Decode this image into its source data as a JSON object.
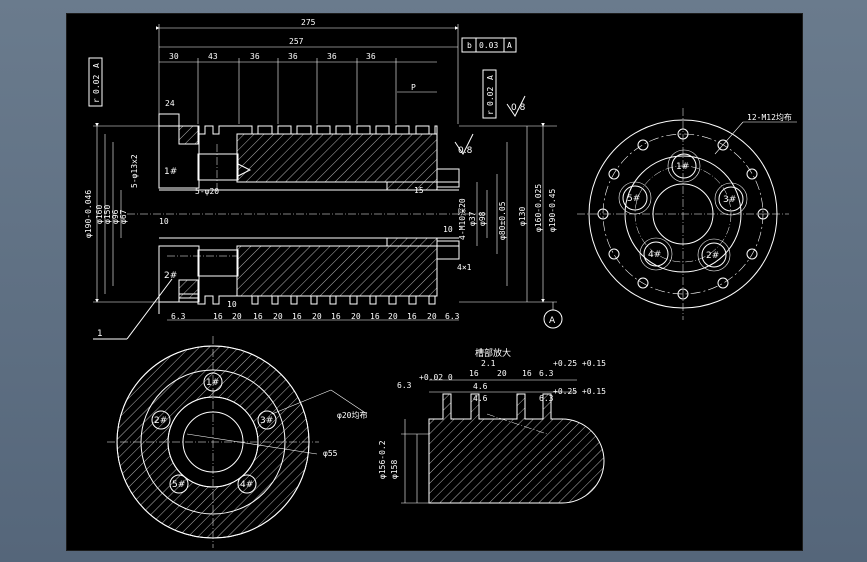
{
  "drawing": {
    "top_dims": [
      "275",
      "257",
      "30",
      "43",
      "36",
      "36",
      "36",
      "36"
    ],
    "tolerance_frames": [
      {
        "sym": "b",
        "val": "0.03",
        "ref": "A"
      },
      {
        "sym": "r",
        "val": "0.02",
        "ref": "A"
      },
      {
        "sym": "r",
        "val": "0.02",
        "ref": "A"
      }
    ],
    "left_dims": [
      "φ190-0.046",
      "φ160",
      "φ150",
      "φ96",
      "φ67",
      "5-φ13x2",
      "10",
      "24",
      "5-φ20"
    ],
    "right_dims": [
      "φ130",
      "φ160-0.025",
      "φ190-0.45",
      "φ37",
      "φ98",
      "φ80±0.05",
      "15",
      "10",
      "4×1",
      "4-M10深20"
    ],
    "bottom_dims": [
      "6.3",
      "16",
      "20",
      "16",
      "20",
      "16",
      "20",
      "16",
      "20",
      "16",
      "20",
      "16",
      "20",
      "6.3",
      "10"
    ],
    "roughness": [
      "0.8",
      "0.8"
    ],
    "datum": "A",
    "leader": "1",
    "holes_right": [
      "1#",
      "2#",
      "3#",
      "4#",
      "5#"
    ],
    "holes_left": [
      "1#",
      "2#",
      "3#",
      "4#",
      "5#"
    ],
    "thread_note": "12-M12均布",
    "section_view": {
      "hole_dim": "φ20均布",
      "circle_dim": "φ55",
      "holes": [
        "1#",
        "2#",
        "3#",
        "4#",
        "5#"
      ]
    },
    "detail_view": {
      "title": "槽部放大",
      "dims": [
        "6.3",
        "+0.02 0",
        "16",
        "20",
        "16",
        "6.3",
        "+0.25 +0.15",
        "2.1",
        "4.6",
        "4.6",
        "6.3",
        "+0.25 +0.15",
        "φ156-0.2",
        "φ158"
      ]
    }
  }
}
